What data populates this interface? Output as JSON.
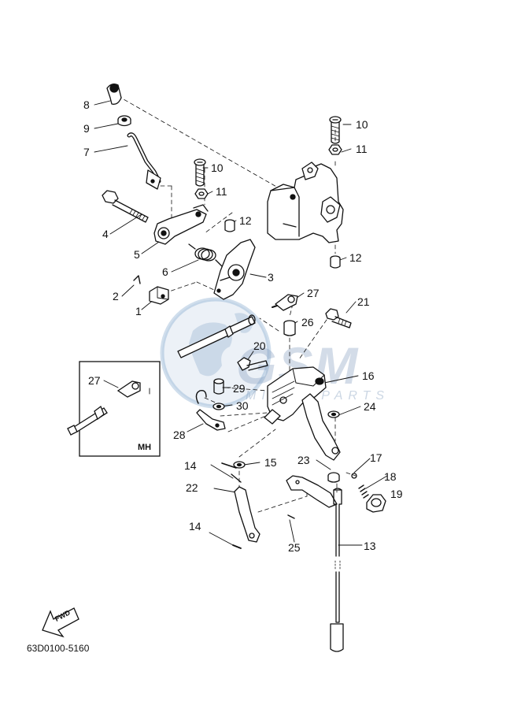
{
  "diagram": {
    "part_code": "63D0100-5160",
    "inset_label": "MH",
    "fwd_label": "FWD",
    "watermark": {
      "brand": "GSM",
      "sub": "MITSU PARTS"
    },
    "callouts": {
      "c1": "1",
      "c2": "2",
      "c3": "3",
      "c4": "4",
      "c5": "5",
      "c6": "6",
      "c7": "7",
      "c8": "8",
      "c9": "9",
      "c10a": "10",
      "c10b": "10",
      "c11a": "11",
      "c11b": "11",
      "c12a": "12",
      "c12b": "12",
      "c13": "13",
      "c14a": "14",
      "c14b": "14",
      "c15": "15",
      "c16": "16",
      "c17": "17",
      "c18": "18",
      "c19": "19",
      "c20": "20",
      "c21": "21",
      "c22": "22",
      "c23": "23",
      "c24": "24",
      "c25": "25",
      "c26": "26",
      "c27a": "27",
      "c27b": "27",
      "c28": "28",
      "c29": "29",
      "c30": "30"
    }
  }
}
